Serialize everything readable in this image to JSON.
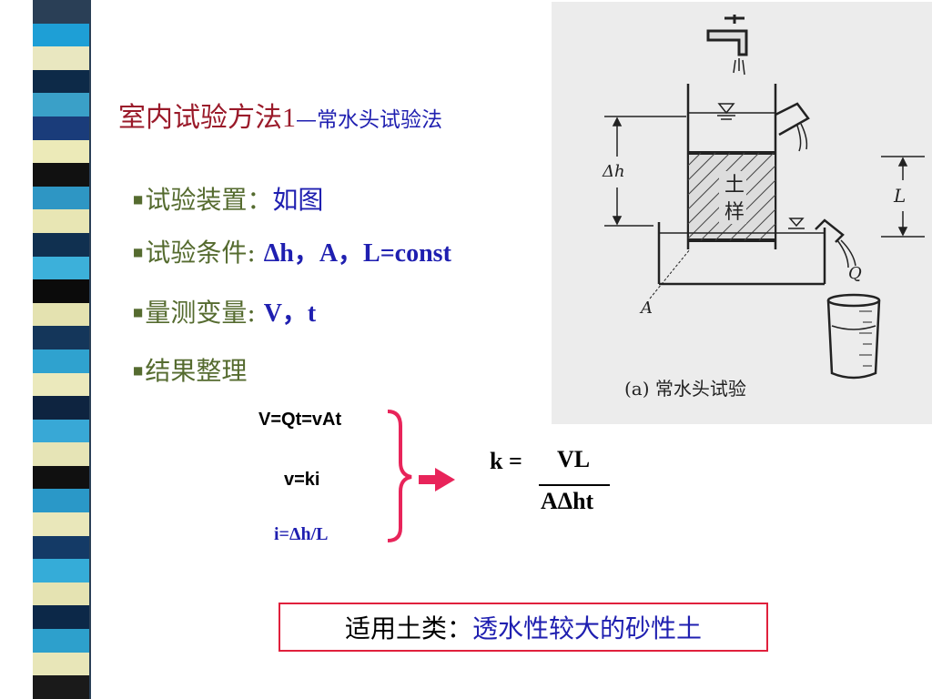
{
  "title": {
    "main": "室内试验方法",
    "num": "1",
    "sub": "—常水头试验法"
  },
  "bullets": [
    {
      "label": "试验装置：",
      "value": "如图"
    },
    {
      "label": "试验条件:",
      "value": "Δh，A，L=const"
    },
    {
      "label": "量测变量:",
      "value": "V，t"
    },
    {
      "label": "结果整理",
      "value": ""
    }
  ],
  "equations": {
    "eq1": "V=Qt=vAt",
    "eq2": "v=ki",
    "eq3": "i=Δh/L"
  },
  "result": {
    "lhs": "k =",
    "numerator": "VL",
    "denominator": "AΔht"
  },
  "applicable": {
    "label": "适用土类：",
    "value": "透水性较大的砂性土"
  },
  "figure": {
    "caption": "(a) 常水头试验",
    "labels": {
      "dh": "Δh",
      "L": "L",
      "Q": "Q",
      "A": "A",
      "soil1": "土",
      "soil2": "样"
    }
  },
  "colors": {
    "title": "#9a1a2a",
    "blue": "#1f1fb0",
    "olive": "#556b2f",
    "brace": "#e8245a",
    "box_border": "#e0203c"
  },
  "decoration": {
    "strip_colors": [
      "#2a3f56",
      "#1e9fd6",
      "#e9e7c0",
      "#0d2a48",
      "#3aa0c8",
      "#1a3c7a",
      "#eceab8",
      "#111111",
      "#2e96c4",
      "#e8e6b4",
      "#103050",
      "#3cb0da",
      "#0b0b0b",
      "#e4e2b0",
      "#14365a",
      "#2fa2cf",
      "#ebe9bc",
      "#0e2440",
      "#38a8d6",
      "#e6e4b6",
      "#101010",
      "#2a98c8",
      "#e9e7ba",
      "#143a66",
      "#35acd8",
      "#e5e3b2",
      "#0c2848",
      "#2da0cc",
      "#e8e6b8",
      "#1a1a1a"
    ]
  }
}
